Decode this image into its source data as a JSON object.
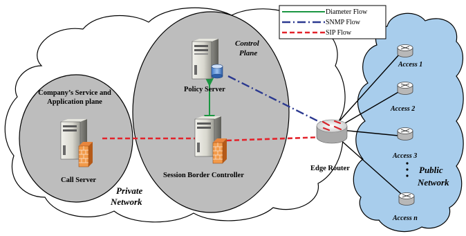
{
  "legend": {
    "diameter": "Diameter Flow",
    "snmp": "SNMP Flow",
    "sip": "SIP Flow"
  },
  "labels": {
    "control_plane_1": "Control",
    "control_plane_2": "Plane",
    "policy_server": "Policy Server",
    "company_plane_1": "Company’s Service and",
    "company_plane_2": "Application plane",
    "call_server": "Call Server",
    "sbc": "Session Border Controller",
    "private_1": "Private",
    "private_2": "Network",
    "edge_router": "Edge Router",
    "public_1": "Public",
    "public_2": "Network",
    "access_1": "Access 1",
    "access_2": "Access 2",
    "access_3": "Access 3",
    "access_n": "Access n"
  },
  "colors": {
    "diameter": "#1a9641",
    "snmp": "#2b3990",
    "sip": "#e3232b",
    "public_cloud": "#a8cdec",
    "planes": "#bdbdbd"
  }
}
